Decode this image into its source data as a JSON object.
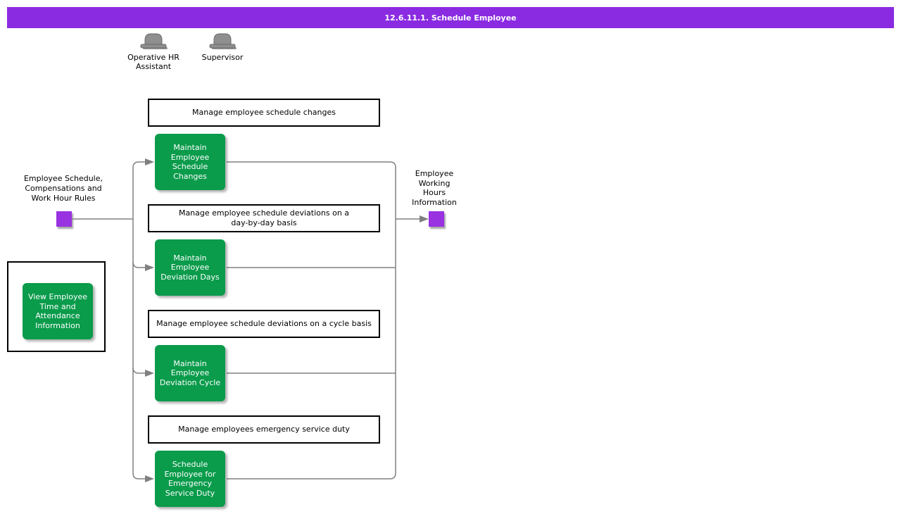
{
  "header": {
    "title": "12.6.11.1. Schedule Employee"
  },
  "actors": [
    {
      "label": "Operative HR\nAssistant"
    },
    {
      "label": "Supervisor"
    }
  ],
  "events": {
    "input": {
      "label": "Employee Schedule,\nCompensations and\nWork Hour Rules"
    },
    "output": {
      "label": "Employee\nWorking\nHours\nInformation"
    }
  },
  "groups": [
    {
      "title": "Manage employee schedule changes",
      "task": "Maintain\nEmployee\nSchedule\nChanges"
    },
    {
      "title": "Manage employee schedule deviations on a\nday-by-day basis",
      "task": "Maintain\nEmployee\nDeviation Days"
    },
    {
      "title": "Manage employee schedule deviations on a cycle basis",
      "task": "Maintain\nEmployee\nDeviation Cycle"
    },
    {
      "title": "Manage employees emergency service duty",
      "task": "Schedule\nEmployee for\nEmergency\nService Duty"
    }
  ],
  "side_task": {
    "label": "View Employee\nTime and\nAttendance\nInformation"
  },
  "colors": {
    "header_bg": "#8A2BE2",
    "event_square": "#9932E0",
    "task_green": "#0A9B4B",
    "connector_gray": "#808080",
    "box_border": "#000000",
    "actor_gray": "#8F8F8F"
  }
}
